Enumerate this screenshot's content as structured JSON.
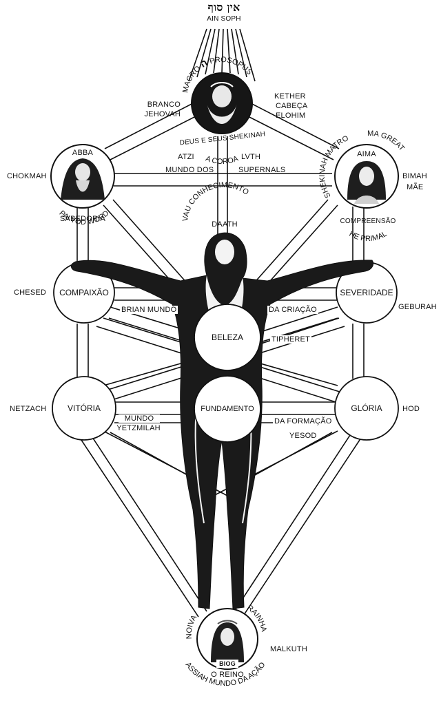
{
  "top": {
    "hebrew": "אין סוף",
    "ain_soph": "AIN SOPH",
    "macro": "MACRO",
    "hebrew_he": "ה",
    "prosopus": "PROSOPUS"
  },
  "kether": {
    "left_lines": [
      "BRANCO",
      "JEHOVAH"
    ],
    "right_lines": [
      "KETHER",
      "CABEÇA",
      "ELOHIM"
    ],
    "below_1": "A COROA",
    "below_2": "DEUS E SEUS SHEKINAH"
  },
  "supernals": {
    "atzi": "ATZI",
    "lvth": "LVTH",
    "mundo_dos": "MUNDO DOS",
    "supernals": "SUPERNALS"
  },
  "chokmah": {
    "name": "CHOKMAH",
    "title": "ABBA",
    "below_1": "PAI YOD WORD",
    "below_2": "SABEDORIA"
  },
  "binah": {
    "title": "AIMA",
    "arc_left": "SHEKINAH MATRO",
    "arc_top": "MA GREAT",
    "right_1": "BIMAH",
    "right_2": "MÃE",
    "below_1": "HE PRIMAL",
    "below_2": "COMPREENSÃO"
  },
  "daath": {
    "arc": "VAU CONHECIMENTO",
    "name": "DAATH"
  },
  "chesed": {
    "name": "CHESED",
    "title": "COMPAIXÃO"
  },
  "geburah": {
    "name": "GEBURAH",
    "title": "SEVERIDADE"
  },
  "briah": {
    "left": "BRIAN MUNDO",
    "right": "DA CRIAÇÃO"
  },
  "tiphareth": {
    "title": "BELEZA",
    "name": "TIPHERET"
  },
  "netzach": {
    "name": "NETZACH",
    "title": "VITÓRIA"
  },
  "hod": {
    "name": "HOD",
    "title": "GLÓRIA"
  },
  "yesod": {
    "title": "FUNDAMENTO",
    "name": "YESOD"
  },
  "yetzirah": {
    "left_1": "MUNDO",
    "left_2": "YETZMILAH",
    "right": "DA FORMAÇÃO"
  },
  "malkuth": {
    "name": "MALKUTH",
    "arc_left": "NOIVA",
    "arc_right": "RAINHA",
    "figure_label": "BIOG",
    "below_1": "O REINO",
    "below_2": "ASSIAH MUNDO DA AÇÃO"
  },
  "colors": {
    "ink": "#111111",
    "background": "#ffffff",
    "figure": "#1a1a1a"
  },
  "icons": [
    "ain-soph-rays",
    "macroprosopus-portrait",
    "abba-portrait",
    "aima-portrait",
    "adam-kadmon-figure",
    "bride-portrait"
  ]
}
